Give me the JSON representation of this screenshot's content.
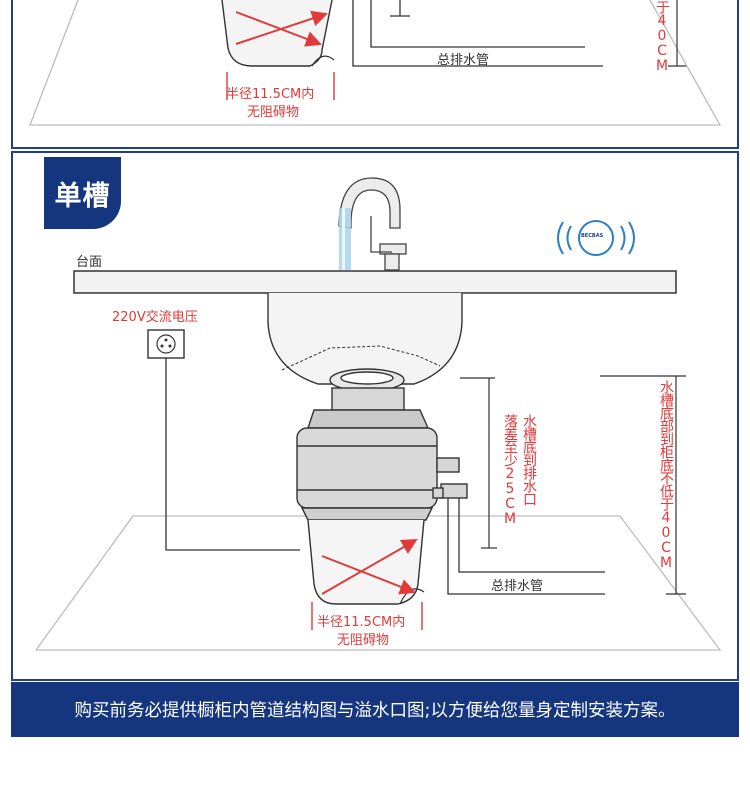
{
  "top_panel": {
    "drain_label": "总排水管",
    "radius_note_line1": "半径11.5CM内",
    "radius_note_line2": "无阻碍物",
    "height_note_fragment": "于40CM"
  },
  "main_panel": {
    "tag": "单槽",
    "countertop_label": "台面",
    "voltage_label": "220V交流电压",
    "drop_note": "落差至少25CM",
    "sink_to_outlet_note": "水槽底到排水口",
    "height_note": "水槽底部到柜底不低于40CM",
    "drain_label": "总排水管",
    "radius_note_line1": "半径11.5CM内",
    "radius_note_line2": "无阻碍物",
    "logo_text": "BECBAS"
  },
  "footer": {
    "text": "购买前务必提供橱柜内管道结构图与溢水口图;以方便给您量身定制安装方案。"
  },
  "colors": {
    "navy": "#16357f",
    "red": "#e03a3a",
    "line": "#333333"
  }
}
